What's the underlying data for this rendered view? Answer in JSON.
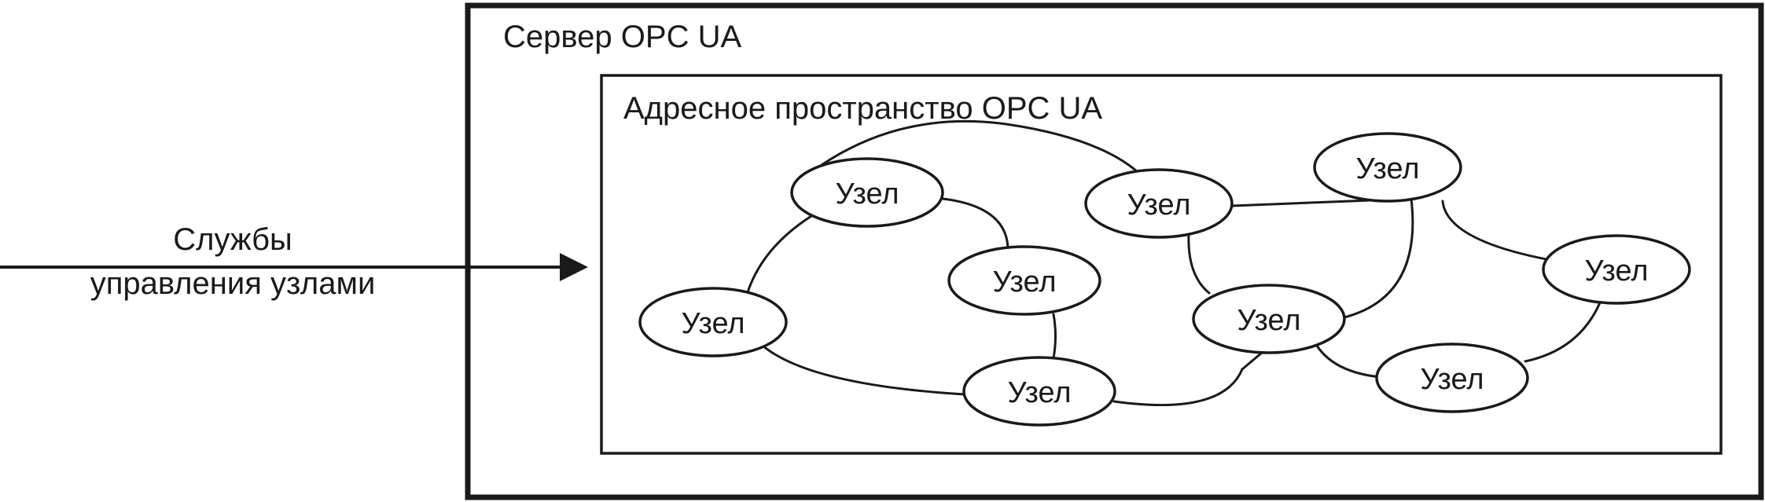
{
  "server": {
    "title": "Сервер OPC UA"
  },
  "address_space": {
    "title": "Адресное пространство OPC UA"
  },
  "services": {
    "label_line1": "Службы",
    "label_line2": "управления узлами"
  },
  "nodes": [
    {
      "id": "n1",
      "label": "Узел"
    },
    {
      "id": "n2",
      "label": "Узел"
    },
    {
      "id": "n3",
      "label": "Узел"
    },
    {
      "id": "n4",
      "label": "Узел"
    },
    {
      "id": "n5",
      "label": "Узел"
    },
    {
      "id": "n6",
      "label": "Узел"
    },
    {
      "id": "n7",
      "label": "Узел"
    },
    {
      "id": "n8",
      "label": "Узел"
    },
    {
      "id": "n9",
      "label": "Узел"
    }
  ],
  "edges": [
    [
      "n1",
      "n2"
    ],
    [
      "n1",
      "n3"
    ],
    [
      "n2",
      "n4"
    ],
    [
      "n2",
      "n6"
    ],
    [
      "n4",
      "n3"
    ],
    [
      "n3",
      "n7"
    ],
    [
      "n6",
      "n7"
    ],
    [
      "n6",
      "n5"
    ],
    [
      "n5",
      "n7"
    ],
    [
      "n5",
      "n8"
    ],
    [
      "n7",
      "n9"
    ],
    [
      "n8",
      "n9"
    ]
  ]
}
